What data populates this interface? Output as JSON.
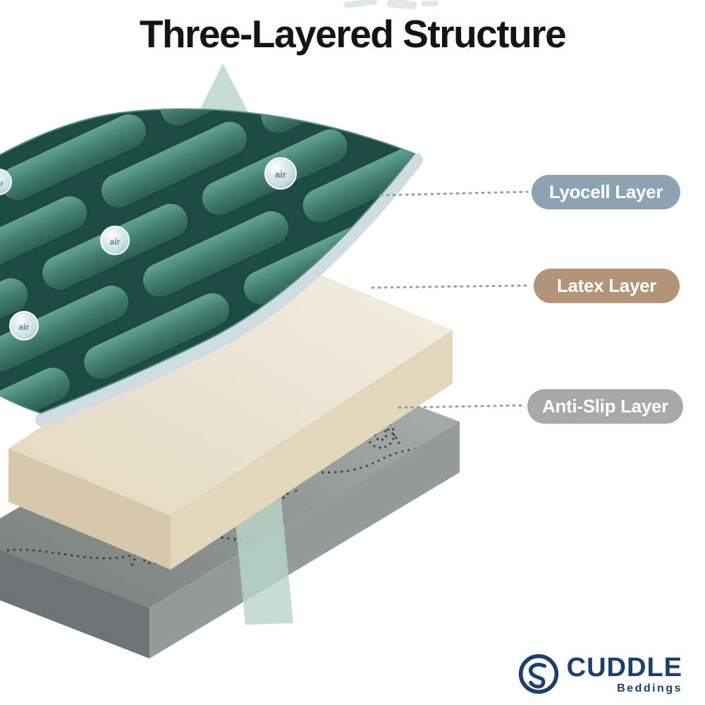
{
  "title": "Three-Layered Structure",
  "diagram": {
    "bubble_label": "air",
    "arrow_color": "#b9d6c7",
    "leader_line_color": "#9aa0a3",
    "layers": [
      {
        "id": "lyocell",
        "label": "Lyocell Layer",
        "pill_color": "#8ca3b2",
        "surface_color": "#3c7a6b"
      },
      {
        "id": "latex",
        "label": "Latex Layer",
        "pill_color": "#b29479",
        "surface_color": "#ece3d0"
      },
      {
        "id": "antislip",
        "label": "Anti-Slip Layer",
        "pill_color": "#a8a8a8",
        "surface_color": "#8d9693"
      }
    ]
  },
  "logo": {
    "brand": "CUDDLE",
    "tagline": "Beddings",
    "color": "#1d3f6d"
  }
}
